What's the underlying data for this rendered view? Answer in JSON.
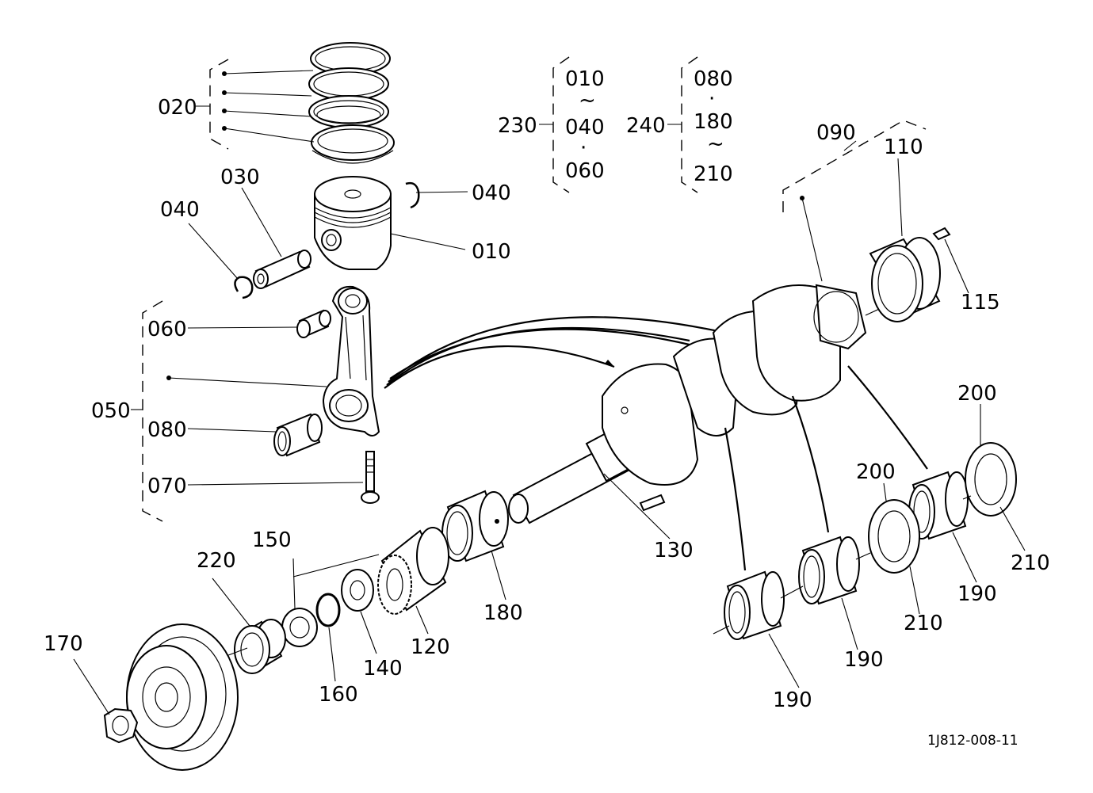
{
  "labels": {
    "p010": "010",
    "p020": "020",
    "p030": "030",
    "p040_left": "040",
    "p040_right": "040",
    "p050": "050",
    "p060": "060",
    "p070": "070",
    "p080": "080",
    "p090": "090",
    "p110": "110",
    "p115": "115",
    "p120": "120",
    "p130": "130",
    "p140": "140",
    "p150": "150",
    "p160": "160",
    "p170": "170",
    "p180": "180",
    "p190_a": "190",
    "p190_b": "190",
    "p190_c": "190",
    "p200_a": "200",
    "p200_b": "200",
    "p210_a": "210",
    "p210_b": "210",
    "p220": "220",
    "p230": "230",
    "p240": "240"
  },
  "set_230": {
    "line1": "010",
    "sep1": "~",
    "line2": "040",
    "sep2": "·",
    "line3": "060"
  },
  "set_240": {
    "line1": "080",
    "sep1": "·",
    "line2": "180",
    "sep2": "~",
    "line3": "210"
  },
  "drawing_code": "1J812-008-11"
}
